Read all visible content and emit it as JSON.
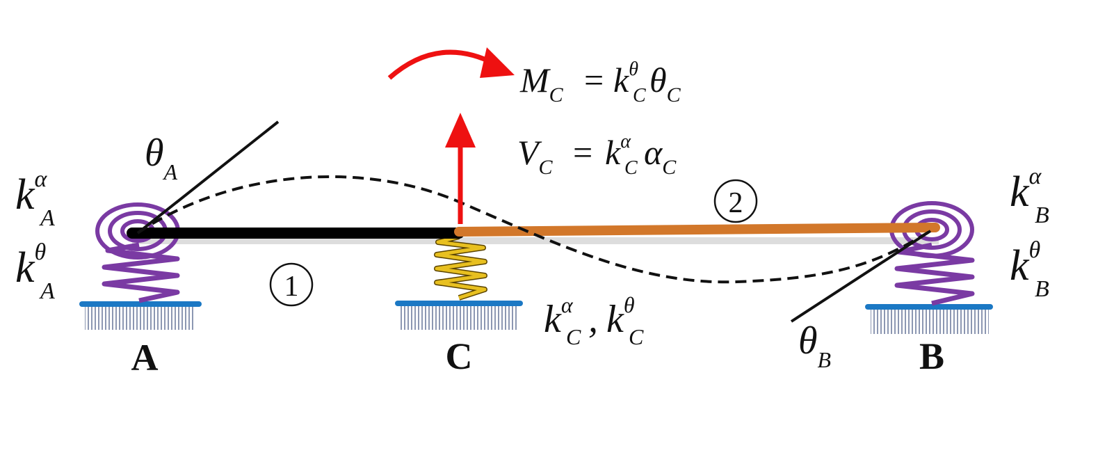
{
  "colors": {
    "beam1": "#000000",
    "beam2": "#d2772a",
    "force": "#ee1111",
    "spring_end": "#7a3aa3",
    "spring_mid": "#e8c020",
    "base": "#1b78c4",
    "ground": "#5a6a90"
  },
  "supports": {
    "A": {
      "label": "A",
      "k_alpha": {
        "base": "k",
        "sup": "α",
        "sub": "A"
      },
      "k_theta": {
        "base": "k",
        "sup": "θ",
        "sub": "A"
      },
      "theta": {
        "base": "θ",
        "sub": "A"
      }
    },
    "B": {
      "label": "B",
      "k_alpha": {
        "base": "k",
        "sup": "α",
        "sub": "B"
      },
      "k_theta": {
        "base": "k",
        "sup": "θ",
        "sub": "B"
      },
      "theta": {
        "base": "θ",
        "sub": "B"
      }
    },
    "C": {
      "label": "C",
      "k_alpha": {
        "base": "k",
        "sup": "α",
        "sub": "C"
      },
      "comma": ",",
      "k_theta": {
        "base": "k",
        "sup": "θ",
        "sub": "C"
      }
    }
  },
  "moment": {
    "M": "M",
    "M_sub": "C",
    "eq": "=",
    "k": "k",
    "k_sup": "θ",
    "k_sub": "C",
    "theta": "θ",
    "theta_sub": "C"
  },
  "shear": {
    "V": "V",
    "V_sub": "C",
    "eq": "=",
    "k": "k",
    "k_sup": "α",
    "k_sub": "C",
    "alpha": "α",
    "alpha_sub": "C"
  },
  "segments": {
    "one": "1",
    "two": "2"
  }
}
